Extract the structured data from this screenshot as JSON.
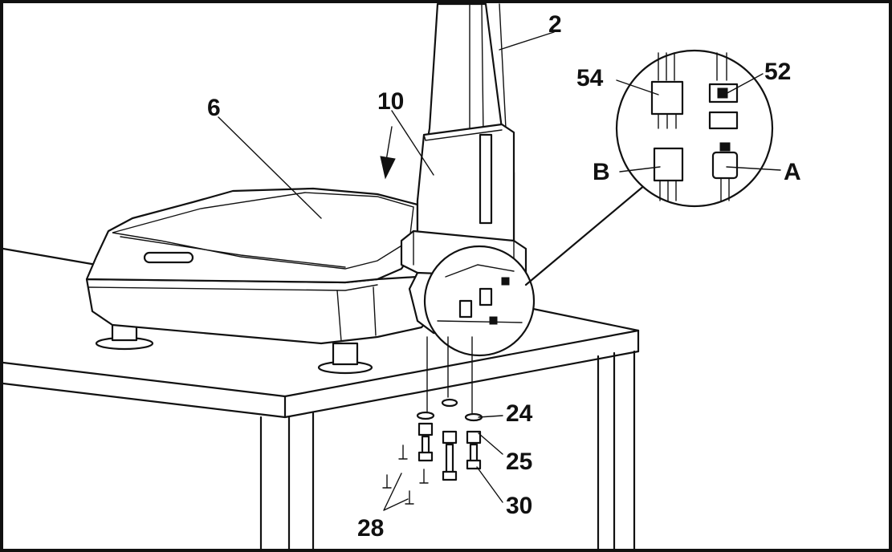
{
  "figure": {
    "title_fragment": "g",
    "callouts": {
      "stand": "2",
      "mount": "10",
      "scale_platform": "6",
      "connector_54": "54",
      "connector_52": "52",
      "connector_b": "B",
      "connector_a": "A",
      "washer": "24",
      "spacer": "25",
      "bolt": "30",
      "screws": "28"
    }
  }
}
